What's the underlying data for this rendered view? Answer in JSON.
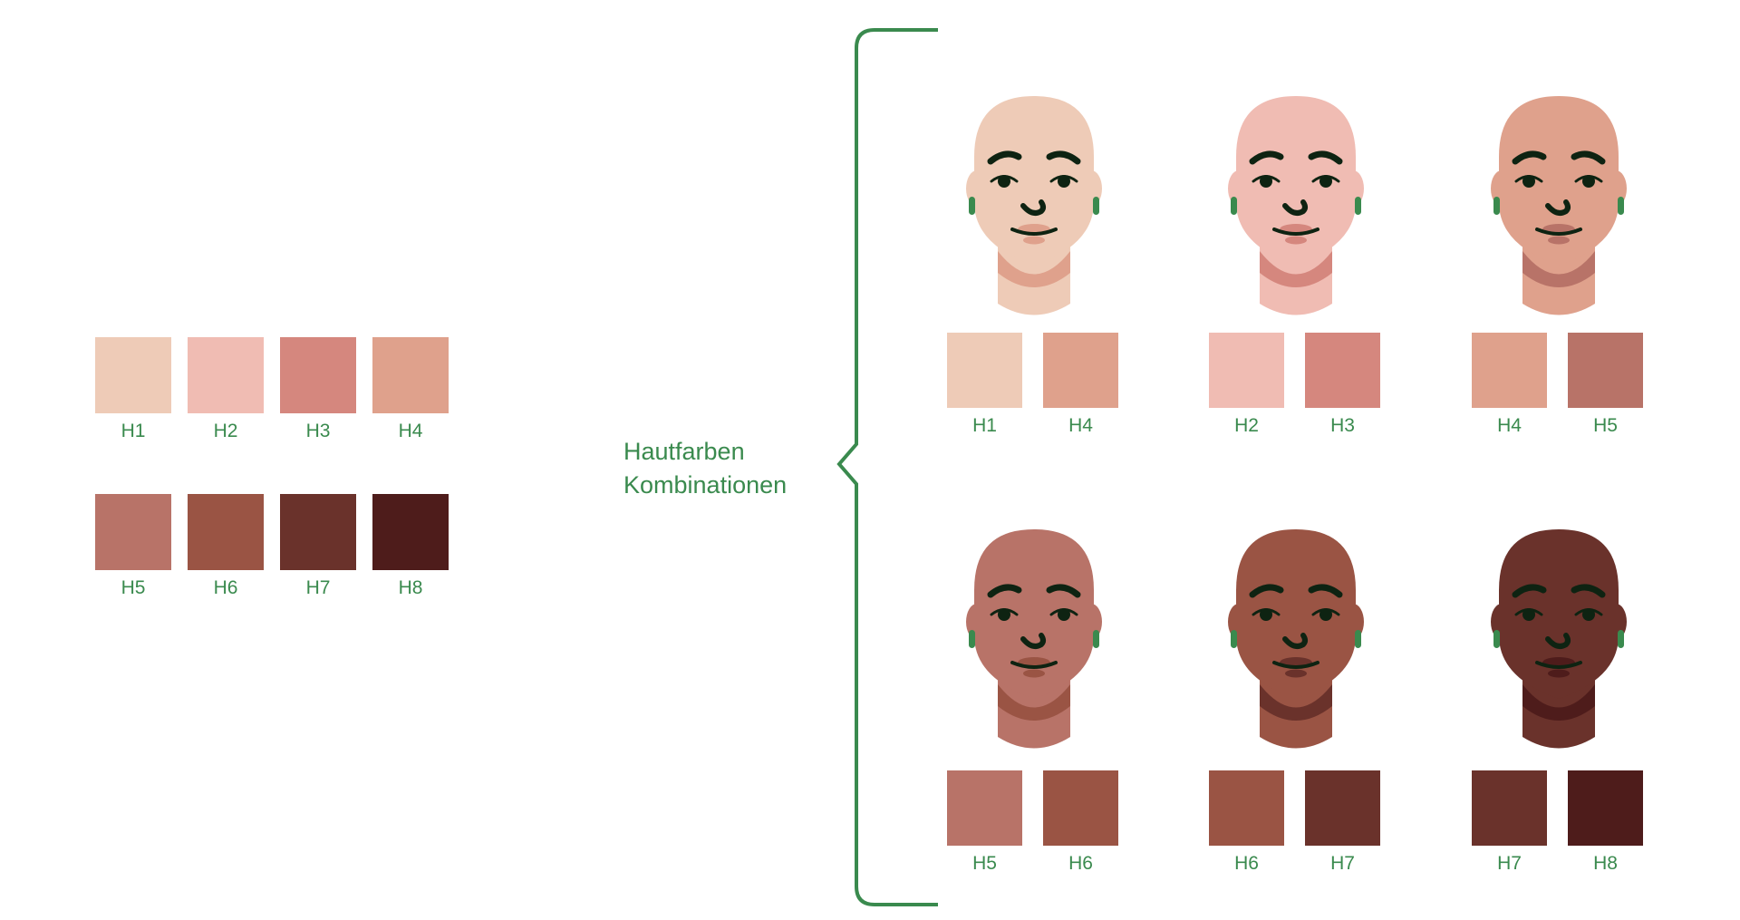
{
  "colors": {
    "accent": "#3a8a4e",
    "feature": "#0e2312",
    "H1": "#eecbb7",
    "H2": "#f0bcb3",
    "H3": "#d5877e",
    "H4": "#dfa18c",
    "H5": "#b87368",
    "H6": "#9a5444",
    "H7": "#6a322b",
    "H8": "#4e1c1b"
  },
  "palette": {
    "row1": [
      {
        "code": "H1",
        "label": "H1"
      },
      {
        "code": "H2",
        "label": "H2"
      },
      {
        "code": "H3",
        "label": "H3"
      },
      {
        "code": "H4",
        "label": "H4"
      }
    ],
    "row2": [
      {
        "code": "H5",
        "label": "H5"
      },
      {
        "code": "H6",
        "label": "H6"
      },
      {
        "code": "H7",
        "label": "H7"
      },
      {
        "code": "H8",
        "label": "H8"
      }
    ]
  },
  "group_title": {
    "line1": "Hautfarben",
    "line2": "Kombinationen"
  },
  "combinations": [
    {
      "base": "H1",
      "shade": "H4",
      "labels": [
        "H1",
        "H4"
      ]
    },
    {
      "base": "H2",
      "shade": "H3",
      "labels": [
        "H2",
        "H3"
      ]
    },
    {
      "base": "H4",
      "shade": "H5",
      "labels": [
        "H4",
        "H5"
      ]
    },
    {
      "base": "H5",
      "shade": "H6",
      "labels": [
        "H5",
        "H6"
      ]
    },
    {
      "base": "H6",
      "shade": "H7",
      "labels": [
        "H6",
        "H7"
      ]
    },
    {
      "base": "H7",
      "shade": "H8",
      "labels": [
        "H7",
        "H8"
      ]
    }
  ]
}
